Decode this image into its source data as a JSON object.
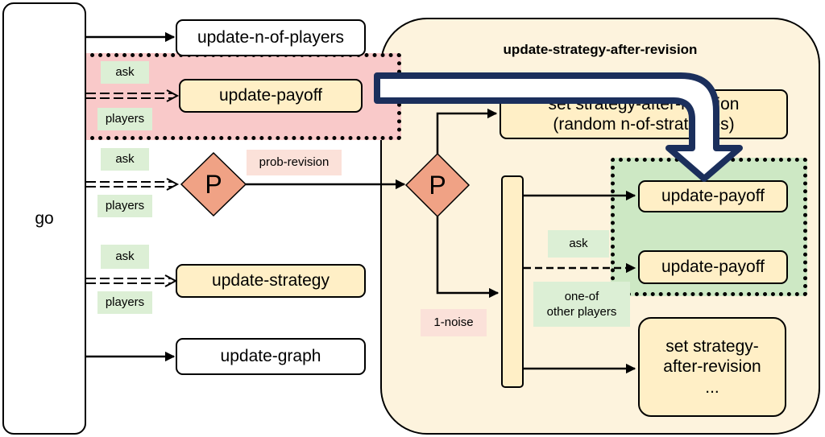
{
  "diagram": {
    "go_label": "go",
    "main_title": "update-strategy-after-revision",
    "boxes": {
      "update_n_of_players": "update-n-of-players",
      "update_payoff_left": "update-payoff",
      "update_strategy": "update-strategy",
      "update_graph": "update-graph",
      "set_strategy_random": "set strategy-after-revision (random n-of-strategies)",
      "update_payoff_top": "update-payoff",
      "update_payoff_bottom": "update-payoff",
      "set_strategy_bottom_line1": "set strategy-",
      "set_strategy_bottom_line2": "after-revision",
      "set_strategy_bottom_line3": "..."
    },
    "diamond_label": "P",
    "labels": {
      "ask": "ask",
      "players": "players",
      "prob_revision": "prob-revision",
      "one_noise": "1-noise",
      "one_of_line1": "one-of",
      "one_of_line2": "other players"
    },
    "colors": {
      "cream": "#ffefc6",
      "panel": "#fdf3dd",
      "green_label": "#dcefd5",
      "pink_label": "#fbe1d9",
      "diamond": "#f0a285",
      "red_highlight": "#f9c9c9",
      "green_highlight": "#cde8c4",
      "big_arrow": "#1b2f5c"
    }
  }
}
